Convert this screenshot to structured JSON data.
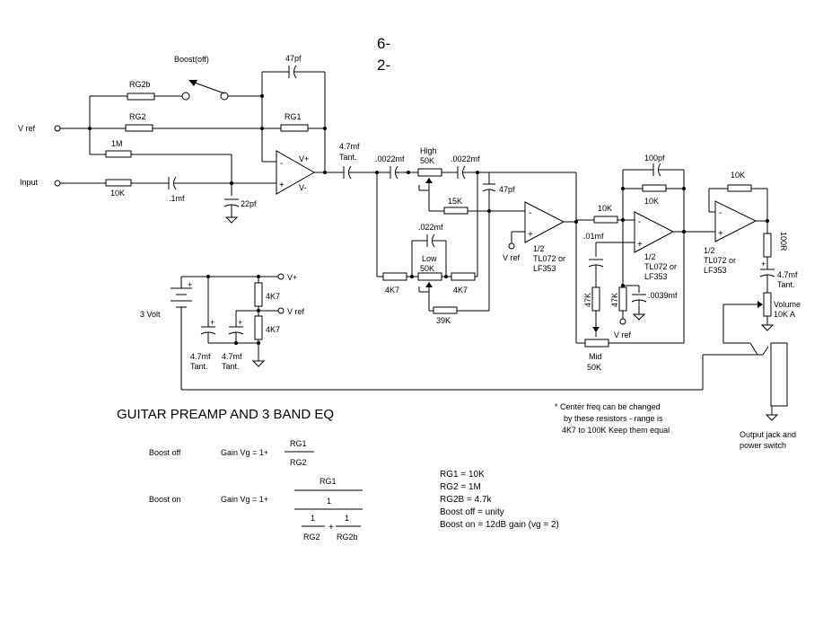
{
  "page": {
    "corner_lines": [
      "6-",
      "2-"
    ],
    "title": "GUITAR PREAMP AND 3 BAND EQ"
  },
  "terminals": {
    "vref_in": "V ref",
    "input": "Input",
    "v_plus": "V+",
    "v_ref_supply": "V ref",
    "mid_vref": "V ref",
    "bass_vref": "V ref"
  },
  "components": {
    "boost_switch": "Boost(off)",
    "c_47pf_top": "47pf",
    "rg2b": "RG2b",
    "rg2": "RG2",
    "rg1": "RG1",
    "r_1m": "1M",
    "r_10k_in": "10K",
    "c_1mf": ".1mf",
    "c_22pf": "22pf",
    "c_47mf_out_1": "4.7mf",
    "c_47mf_out_2": "Tant.",
    "opamp_vplus": "V+",
    "opamp_vminus": "V-",
    "c_0022_a": ".0022mf",
    "c_0022_b": ".0022mf",
    "high_1": "High",
    "high_2": "50K",
    "r_15k": "15K",
    "c_47pf_mid": "47pf",
    "c_022": ".022mf",
    "low_1": "Low",
    "low_2": "50K",
    "r_4k7_a": "4K7",
    "r_4k7_b": "4K7",
    "r_39k": "39K",
    "op2_1": "1/2",
    "op2_2": "TL072 or",
    "op2_3": "LF353",
    "r_10k_mid": "10K",
    "c_01mf": ".01mf",
    "c_100pf": "100pf",
    "r_10k_fb": "10K",
    "op3_1": "1/2",
    "op3_2": "TL072 or",
    "op3_3": "LF353",
    "r_47k_a": "47K",
    "r_47k_b": "47K",
    "c_0039": ".0039mf",
    "mid_1": "Mid",
    "mid_2": "50K",
    "r_10k_out": "10K",
    "op4_1": "1/2",
    "op4_2": "TL072 or",
    "op4_3": "LF353",
    "r_100r": "100R",
    "c_out_1": "4.7mf",
    "c_out_2": "Tant.",
    "vol_1": "Volume",
    "vol_2": "10K A",
    "jack_1": "Output jack and",
    "jack_2": "power switch",
    "battery": "3 Volt",
    "supply_4k7_a": "4K7",
    "supply_4k7_b": "4K7",
    "supply_c1_1": "4.7mf",
    "supply_c1_2": "Tant.",
    "supply_c2_1": "4.7mf",
    "supply_c2_2": "Tant."
  },
  "notes": {
    "center_freq": [
      "* Center freq can be changed",
      "by these resistors - range is",
      "4K7 to 100K Keep them equal"
    ]
  },
  "formulas": {
    "boost_off_label": "Boost off",
    "boost_off_gain": "Gain Vg = 1+",
    "boost_off_num": "RG1",
    "boost_off_den": "RG2",
    "boost_on_label": "Boost on",
    "boost_on_gain": "Gain Vg = 1+",
    "boost_on_num": "RG1",
    "boost_on_one": "1",
    "boost_on_a_num": "1",
    "boost_on_a_den": "RG2",
    "boost_on_plus": "+",
    "boost_on_b_num": "1",
    "boost_on_b_den": "RG2b"
  },
  "values_list": [
    "RG1 = 10K",
    "RG2 = 1M",
    "RG2B = 4.7k",
    "Boost off = unity",
    "Boost on = 12dB gain (vg = 2)"
  ],
  "symbols": {
    "plus": "+",
    "minus": "-"
  }
}
